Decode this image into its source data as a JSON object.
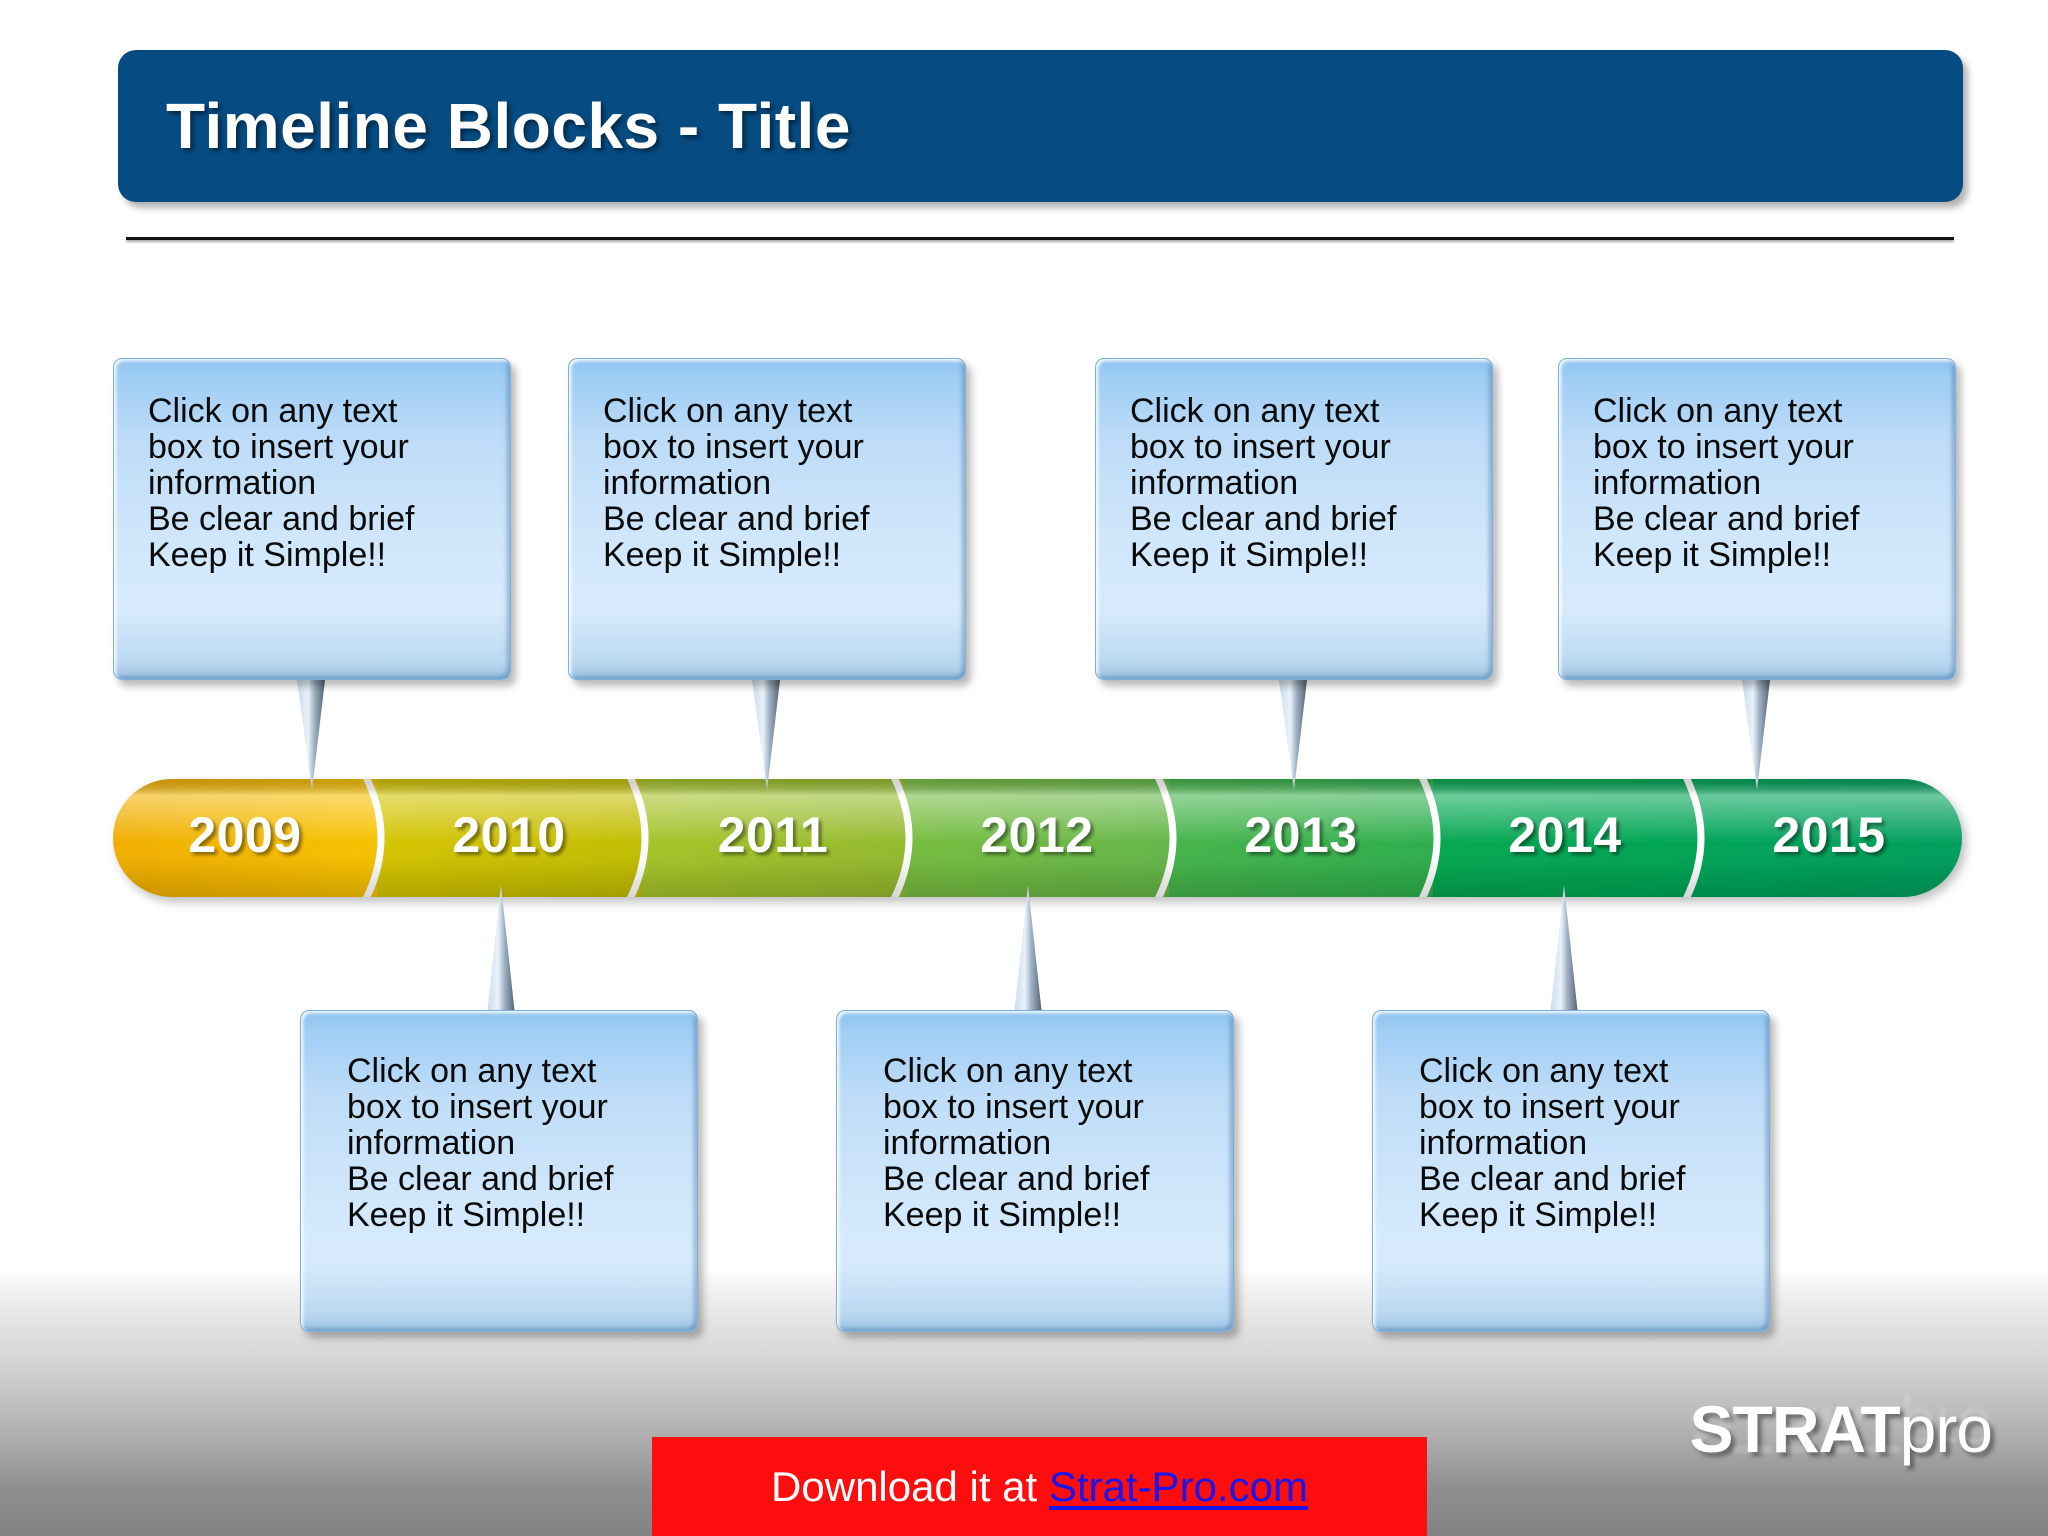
{
  "header": {
    "title": "Timeline Blocks - Title",
    "bar_color": "#064B82",
    "title_color": "#FFFFFF",
    "divider_color": "#111111"
  },
  "timeline": {
    "years": [
      "2009",
      "2010",
      "2011",
      "2012",
      "2013",
      "2014",
      "2015"
    ],
    "segment_colors": [
      "#F5B700",
      "#C9C000",
      "#9CBE2C",
      "#6FBA45",
      "#40B24C",
      "#00A651",
      "#00A65B"
    ],
    "divider_color": "#FFFFFF",
    "label_color": "#FFFFFF"
  },
  "callouts": {
    "lines": [
      "Click on any text",
      "box to insert your",
      "information",
      "Be clear and brief",
      "Keep it Simple!!"
    ],
    "upper": [
      {
        "year": "2009",
        "lines": [
          "Click on any text",
          "box to insert your",
          "information",
          "Be clear and brief",
          "Keep it Simple!!"
        ]
      },
      {
        "year": "2011",
        "lines": [
          "Click on any text",
          "box to insert your",
          "information",
          "Be clear and brief",
          "Keep it Simple!!"
        ]
      },
      {
        "year": "2013",
        "lines": [
          "Click on any text",
          "box to insert your",
          "information",
          "Be clear and brief",
          "Keep it Simple!!"
        ]
      },
      {
        "year": "2015",
        "lines": [
          "Click on any text",
          "box to insert your",
          "information",
          "Be clear and brief",
          "Keep it Simple!!"
        ]
      }
    ],
    "lower": [
      {
        "year": "2010",
        "lines": [
          "Click on any text",
          "box to insert your",
          "information",
          "Be clear and brief",
          "Keep it Simple!!"
        ]
      },
      {
        "year": "2012",
        "lines": [
          "Click on any text",
          "box to insert your",
          "information",
          "Be clear and brief",
          "Keep it Simple!!"
        ]
      },
      {
        "year": "2014",
        "lines": [
          "Click on any text",
          "box to insert your",
          "information",
          "Be clear and brief",
          "Keep it Simple!!"
        ]
      }
    ],
    "box_color": "#BEDCF8",
    "text_color": "#0A0A0A"
  },
  "footer": {
    "download_prefix": "Download it at ",
    "download_link": "Strat-Pro.com",
    "banner_color": "#FD0D0D",
    "link_color": "#1B17E8",
    "logo_strat": "STRAT",
    "logo_pro": "pro"
  }
}
